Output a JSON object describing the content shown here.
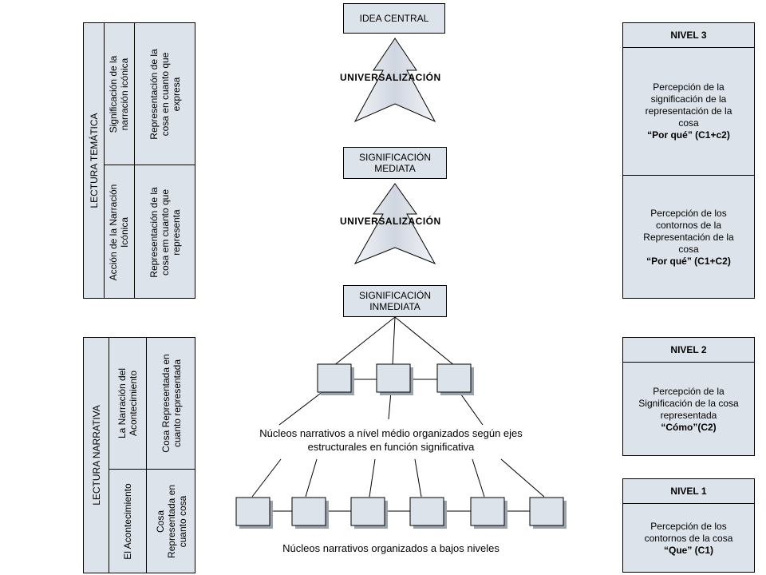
{
  "center": {
    "idea_central": "IDEA CENTRAL",
    "mediata_1": "SIGNIFICACIÓN",
    "mediata_2": "MEDIATA",
    "inmediata_1": "SIGNIFICACIÓN",
    "inmediata_2": "INMEDIATA",
    "universalizacion_top": "UNIVERSALIZACIÓN",
    "universalizacion_bottom": "UNIVERSALIZACIÓN",
    "nucleos_medio_1": "Núcleos narrativos a nível médio organizados según ejes",
    "nucleos_medio_2": "estructurales en función significativa",
    "nucleos_bajos": "Núcleos narrativos organizados a bajos niveles"
  },
  "lectura_tematica": {
    "title": "LECTURA TEMÁTICA",
    "top_left_1": "Significación de la",
    "top_left_2": "narración icónica",
    "top_right_1": "Representación de la",
    "top_right_2": "cosa en cuanto que",
    "top_right_3": "expresa",
    "bottom_left_1": "Acción de la Narración",
    "bottom_left_2": "Icónica",
    "bottom_right_1": "Representación de la",
    "bottom_right_2": "cosa em cuanto que",
    "bottom_right_3": "representa"
  },
  "lectura_narrativa": {
    "title": "LECTURA NARRATIVA",
    "top_left_1": "La Narración del",
    "top_left_2": "Acontecimiento",
    "top_right_1": "Cosa Representada en",
    "top_right_2": "cuanto representada",
    "bottom_left_1": "El Acontecimiento",
    "bottom_right_1": "Cosa",
    "bottom_right_2": "Representada en",
    "bottom_right_3": "cuanto cosa"
  },
  "nivel3": {
    "title": "NIVEL 3",
    "a1": "Percepción de la",
    "a2": "significación de la",
    "a3": "representación de la",
    "a4": "cosa",
    "a5": "“Por qué” (C1+c2)",
    "b1": "Percepción de los",
    "b2": "contornos de la",
    "b3": "Representación de la",
    "b4": "cosa",
    "b5": "“Por qué” (C1+C2)"
  },
  "nivel2": {
    "title": "NIVEL 2",
    "a1": "Percepción de la",
    "a2": "Significación de la cosa",
    "a3": "representada",
    "a4": "“Cómo”(C2)"
  },
  "nivel1": {
    "title": "NIVEL 1",
    "a1": "Percepción de los",
    "a2": "contornos de la cosa",
    "a3": "“Que” (C1)"
  }
}
